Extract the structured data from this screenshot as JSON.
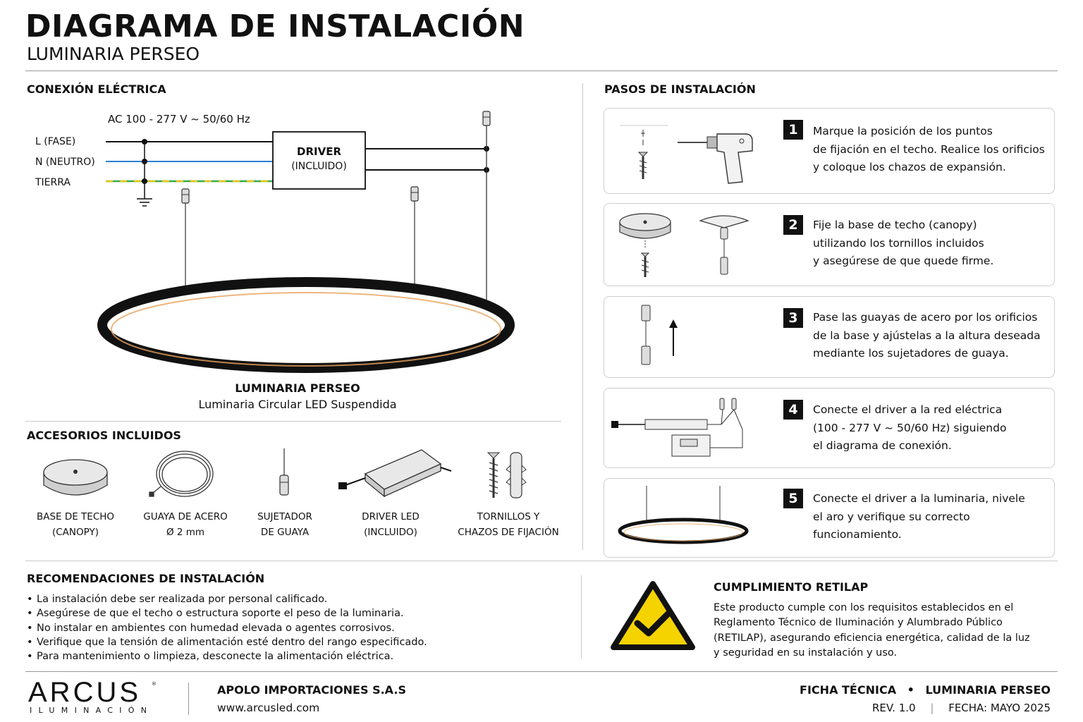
{
  "header": {
    "title": "DIAGRAMA DE INSTALACIÓN",
    "subtitle": "LUMINARIA PERSEO"
  },
  "electrical": {
    "section_title": "CONEXIÓN ELÉCTRICA",
    "supply_label": "AC 100 - 277 V ~ 50/60 Hz",
    "wire_l": "L (FASE)",
    "wire_n": "N (NEUTRO)",
    "wire_ground": "TIERRA",
    "driver_title": "DRIVER",
    "driver_sub": "(INCLUIDO)",
    "product_name": "LUMINARIA PERSEO",
    "product_desc": "Luminaria Circular LED Suspendida",
    "colors": {
      "phase": "#111111",
      "neutral": "#2a7fd4",
      "ground_green": "#3aa84a",
      "ground_yellow": "#e6c619",
      "led_glow": "#e8a25c"
    }
  },
  "accessories": {
    "section_title": "ACCESORIOS INCLUIDOS",
    "items": [
      {
        "icon": "canopy-icon",
        "line1": "BASE DE TECHO",
        "line2": "(CANOPY)"
      },
      {
        "icon": "steel-cable-icon",
        "line1": "GUAYA DE ACERO",
        "line2": "Ø 2 mm"
      },
      {
        "icon": "cable-gripper-icon",
        "line1": "SUJETADOR",
        "line2": "DE GUAYA"
      },
      {
        "icon": "led-driver-icon",
        "line1": "DRIVER LED",
        "line2": "(INCLUIDO)"
      },
      {
        "icon": "screws-anchors-icon",
        "line1": "TORNILLOS Y",
        "line2": "CHAZOS DE FIJACIÓN"
      }
    ]
  },
  "steps": {
    "section_title": "PASOS DE INSTALACIÓN",
    "items": [
      {
        "num": "1",
        "icon": "drill-icon",
        "lines": [
          "Marque la posición de los puntos",
          "de fijación en el techo. Realice los orificios",
          "y coloque los chazos de expansión."
        ]
      },
      {
        "num": "2",
        "icon": "canopy-mount-icon",
        "lines": [
          "Fije la base de techo (canopy)",
          "utilizando los tornillos incluidos",
          "y asegúrese de que quede firme."
        ]
      },
      {
        "num": "3",
        "icon": "cable-adjust-icon",
        "lines": [
          "Pase las guayas de acero por los orificios",
          "de la base y ajústelas a la altura deseada",
          "mediante los sujetadores de guaya."
        ]
      },
      {
        "num": "4",
        "icon": "driver-connection-icon",
        "lines": [
          "Conecte el driver a la red eléctrica",
          "(100 - 277 V ~ 50/60 Hz) siguiendo",
          "el diagrama de conexión."
        ]
      },
      {
        "num": "5",
        "icon": "ring-level-icon",
        "lines": [
          "Conecte el driver a la luminaria, nivele",
          "el aro y verifique su correcto",
          "funcionamiento."
        ]
      }
    ]
  },
  "recommendations": {
    "section_title": "RECOMENDACIONES DE INSTALACIÓN",
    "items": [
      "La instalación debe ser realizada por personal calificado.",
      "Asegúrese de que el techo o estructura soporte el peso de la luminaria.",
      "No instalar en ambientes con humedad elevada o agentes corrosivos.",
      "Verifique que la tensión de alimentación esté dentro del rango especificado.",
      "Para mantenimiento o limpieza, desconecte la alimentación eléctrica."
    ]
  },
  "retilap": {
    "title": "CUMPLIMIENTO RETILAP",
    "lines": [
      "Este producto cumple con los requisitos establecidos en el",
      "Reglamento Técnico de Iluminación y Alumbrado Público",
      "(RETILAP), asegurando eficiencia energética, calidad de la luz",
      "y seguridad en su instalación y uso."
    ],
    "badge_color": "#f5d300"
  },
  "footer": {
    "brand": "ARCUS",
    "brand_sub": "ILUMINACIÓN",
    "company": "APOLO IMPORTACIONES S.A.S",
    "website": "www.arcusled.com",
    "sheet_type": "FICHA TÉCNICA",
    "sheet_separator": "•",
    "sheet_product": "LUMINARIA PERSEO",
    "revision": "REV. 1.0",
    "rev_separator": "|",
    "date": "FECHA: MAYO 2025"
  }
}
